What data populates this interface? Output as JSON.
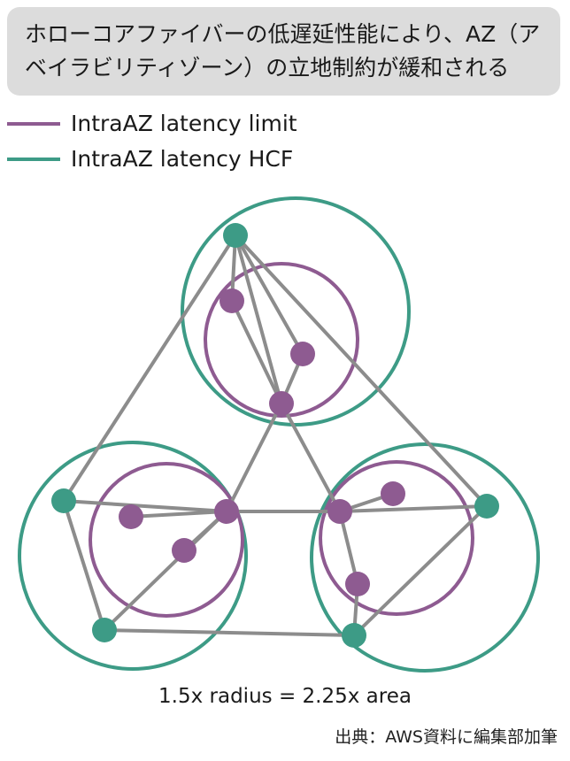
{
  "title": {
    "line1": "ホローコアファイバーの低遅延性能により、AZ（ア",
    "line2": "ベイラビリティゾーン）の立地制約が緩和される"
  },
  "legend": [
    {
      "label": "IntraAZ latency limit",
      "color": "#8e5b91"
    },
    {
      "label": "IntraAZ latency HCF",
      "color": "#3d9b86"
    }
  ],
  "colors": {
    "purple_node": "#8e5b91",
    "teal_node": "#3d9b86",
    "edge": "#8c8c8c",
    "title_bg": "#dcdcdc"
  },
  "caption": "1.5x radius = 2.25x area",
  "source": "出典：AWS資料に編集部加筆"
}
